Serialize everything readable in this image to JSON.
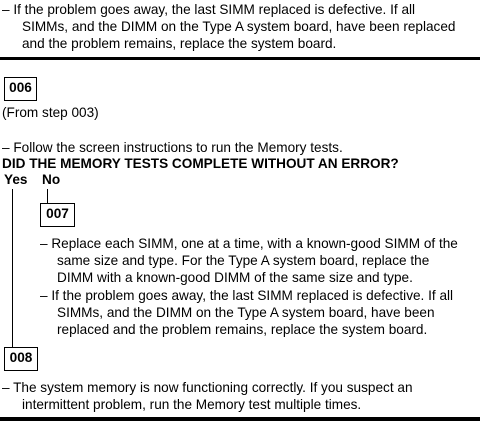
{
  "top_item": [
    "– If the problem goes away, the last SIMM replaced is defective.  If all",
    "SIMMs, and the DIMM on the Type A system board, have been replaced",
    "and the problem remains, replace the system board."
  ],
  "step_006": {
    "label": "006",
    "from": "(From step 003)",
    "instruction": "– Follow the screen instructions to run the Memory tests.",
    "question": "DID THE MEMORY TESTS COMPLETE WITHOUT AN ERROR?",
    "yes": "Yes",
    "no": "No"
  },
  "step_007": {
    "label": "007",
    "item1": [
      "– Replace each SIMM, one at a time, with a known-good SIMM of the",
      "same size and type.  For the Type A system board, replace the",
      "DIMM with a known-good DIMM of the same size and type."
    ],
    "item2": [
      "– If the problem goes away, the last SIMM replaced is defective.  If all",
      "SIMMs, and the DIMM on the Type A system board, have been",
      "replaced and the problem remains, replace the system board."
    ]
  },
  "step_008": {
    "label": "008",
    "item": [
      "– The system memory is now functioning correctly.  If you suspect an",
      "intermittent problem, run the Memory test multiple times."
    ]
  }
}
